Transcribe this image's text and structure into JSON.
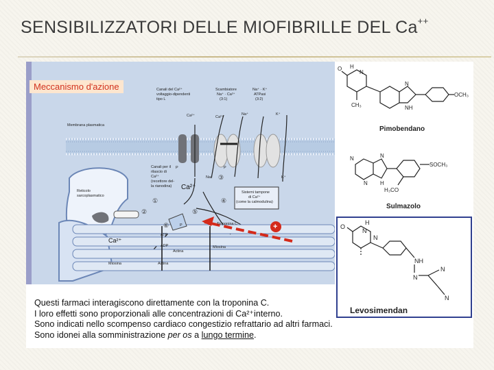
{
  "slide": {
    "title": "SENSIBILIZZATORI DELLE MIOFIBRILLE DEL Ca",
    "title_sup": "++"
  },
  "figure": {
    "mechanism_title": "Meccanismo d'azione",
    "diagram_labels": {
      "ca_channels": [
        "Canali del Ca²⁺",
        "voltaggio-dipendenti",
        "tipo L"
      ],
      "membrane": "Membrana plasmatica",
      "exchanger": [
        "Scambiatore",
        "Na⁺ · Ca²⁺",
        "(3:1)"
      ],
      "pump": [
        "Na⁺ · K⁺",
        "ATPasi",
        "(3:2)"
      ],
      "ryr": [
        "Canali per il",
        "rilascio di",
        "Ca²⁺",
        "(recettore del-",
        "la rianodina)"
      ],
      "sr": [
        "Reticolo",
        "sarcoplasmatico"
      ],
      "buffer": [
        "Sistemi tampone",
        "di Ca²⁺",
        "(come la calmodulina)"
      ],
      "troponin": "Troponina C",
      "atp": "ATP",
      "adp": "ADP",
      "actin": "Actina",
      "myosin": "Miosina",
      "ca": "Ca²⁺",
      "ca_small": "Ca²⁺",
      "na": "Na⁺",
      "k": "K⁺",
      "p": "P",
      "plus": "+",
      "nums": [
        "①",
        "②",
        "③",
        "④",
        "⑤",
        "⑥"
      ]
    },
    "drugs": {
      "pimobendan": "Pimobendano",
      "sulmazole": "Sulmazolo",
      "levosimendan": "Levosimendan"
    },
    "atoms": {
      "O": "O",
      "N": "N",
      "H": "H",
      "NH": "NH",
      "HN": "HN",
      "CH3": "CH₃",
      "OCH3": "OCH₃",
      "SOCH3": "SOCH₃",
      "H3CO": "H₃CO"
    },
    "caption": {
      "line1": "Questi farmaci interagiscono direttamente con la troponina C.",
      "line2": "I loro effetti sono proporzionali alle concentrazioni di Ca²⁺interno.",
      "line3": "Sono indicati nello scompenso cardiaco congestizio refrattario ad altri farmaci.",
      "line4_a": "Sono idonei alla somministrazione ",
      "line4_b": "per os",
      "line4_c": " a ",
      "line4_d": "lungo termine",
      "line4_e": "."
    }
  },
  "colors": {
    "panel_bg": "#c9d7ea",
    "panel_border": "#9a9ec9",
    "title_red": "#d2321e",
    "red_arrow": "#d42a1a",
    "levo_border": "#2f3f8f"
  }
}
